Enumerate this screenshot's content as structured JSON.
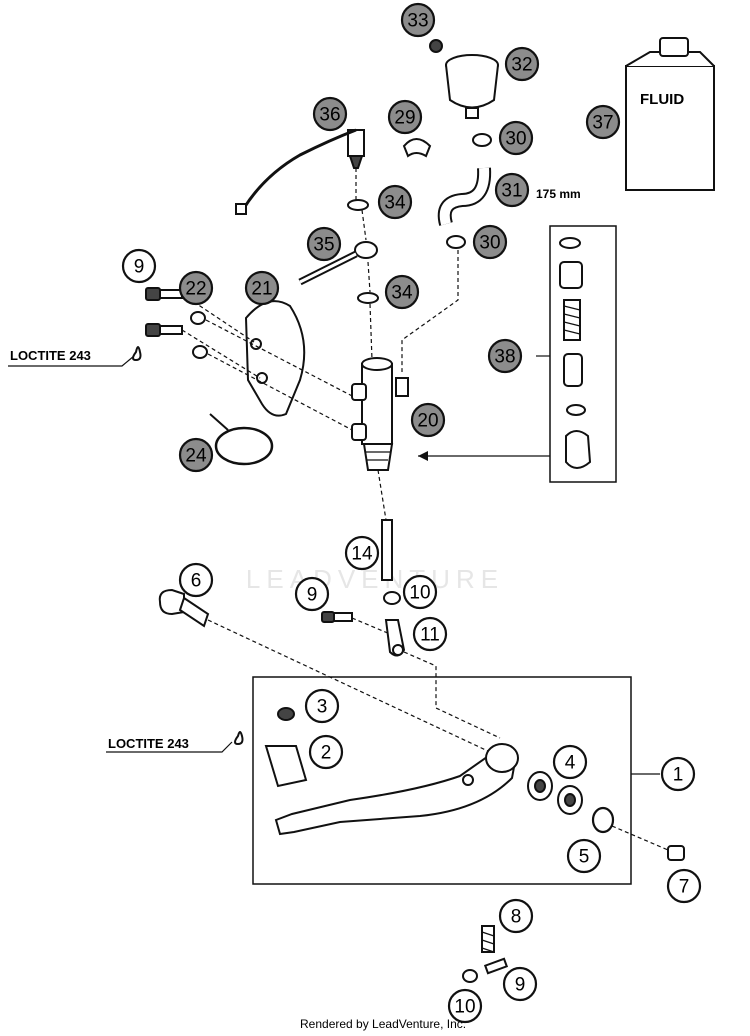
{
  "watermark": "LEADVENTURE",
  "footer": "Rendered by LeadVenture, Inc.",
  "labels": {
    "fluid": "FLUID",
    "hose_length": "175 mm",
    "loctite_upper": "LOCTITE 243",
    "loctite_lower": "LOCTITE 243"
  },
  "callouts": [
    {
      "id": "c33",
      "text": "33",
      "shaded": true
    },
    {
      "id": "c32",
      "text": "32",
      "shaded": true
    },
    {
      "id": "c37",
      "text": "37",
      "shaded": true
    },
    {
      "id": "c36",
      "text": "36",
      "shaded": true
    },
    {
      "id": "c29",
      "text": "29",
      "shaded": true
    },
    {
      "id": "c30a",
      "text": "30",
      "shaded": true
    },
    {
      "id": "c31",
      "text": "31",
      "shaded": true
    },
    {
      "id": "c34a",
      "text": "34",
      "shaded": true
    },
    {
      "id": "c35",
      "text": "35",
      "shaded": true
    },
    {
      "id": "c30b",
      "text": "30",
      "shaded": true
    },
    {
      "id": "c9a",
      "text": "9",
      "shaded": false
    },
    {
      "id": "c22",
      "text": "22",
      "shaded": true
    },
    {
      "id": "c21",
      "text": "21",
      "shaded": true
    },
    {
      "id": "c34b",
      "text": "34",
      "shaded": true
    },
    {
      "id": "c38",
      "text": "38",
      "shaded": true
    },
    {
      "id": "c20",
      "text": "20",
      "shaded": true
    },
    {
      "id": "c24",
      "text": "24",
      "shaded": true
    },
    {
      "id": "c14",
      "text": "14",
      "shaded": false
    },
    {
      "id": "c6",
      "text": "6",
      "shaded": false
    },
    {
      "id": "c9b",
      "text": "9",
      "shaded": false
    },
    {
      "id": "c10a",
      "text": "10",
      "shaded": false
    },
    {
      "id": "c11",
      "text": "11",
      "shaded": false
    },
    {
      "id": "c3",
      "text": "3",
      "shaded": false
    },
    {
      "id": "c2",
      "text": "2",
      "shaded": false
    },
    {
      "id": "c4",
      "text": "4",
      "shaded": false
    },
    {
      "id": "c1",
      "text": "1",
      "shaded": false
    },
    {
      "id": "c5",
      "text": "5",
      "shaded": false
    },
    {
      "id": "c7",
      "text": "7",
      "shaded": false
    },
    {
      "id": "c8",
      "text": "8",
      "shaded": false
    },
    {
      "id": "c9c",
      "text": "9",
      "shaded": false
    },
    {
      "id": "c10b",
      "text": "10",
      "shaded": false
    }
  ]
}
